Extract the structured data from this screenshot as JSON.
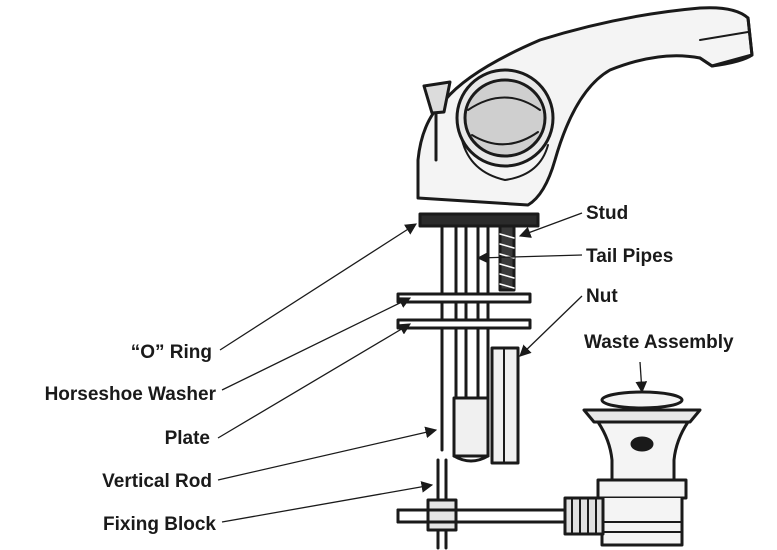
{
  "labels": {
    "stud": "Stud",
    "tail_pipes": "Tail Pipes",
    "nut": "Nut",
    "waste_assembly": "Waste Assembly",
    "o_ring": "“O” Ring",
    "horseshoe_washer": "Horseshoe Washer",
    "plate": "Plate",
    "vertical_rod": "Vertical Rod",
    "fixing_block": "Fixing Block"
  },
  "colors": {
    "ink": "#1a1a1a",
    "paper": "#ffffff"
  }
}
